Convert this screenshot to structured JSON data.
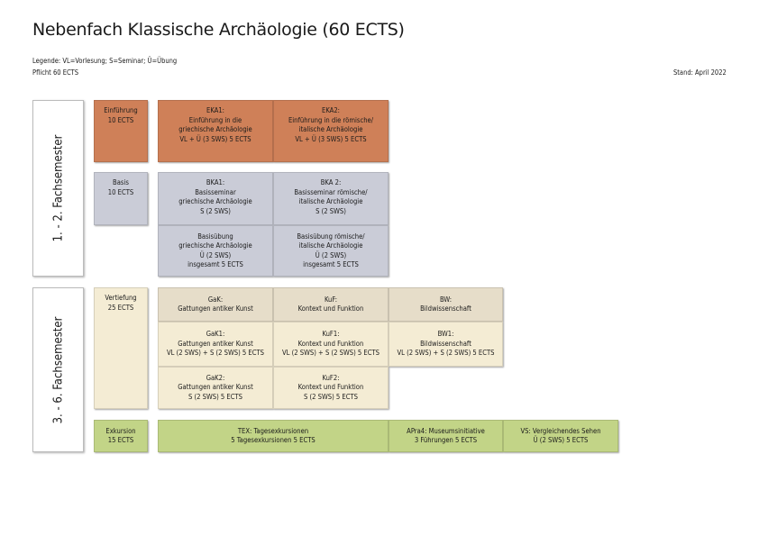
{
  "title": "Nebenfach Klassische Archäologie (60 ECTS)",
  "legend": "Legende: VL=Vorlesung; S=Seminar; Ü=Übung",
  "pflicht": "Pflicht 60 ECTS",
  "stand": "Stand: April 2022",
  "semesters": [
    "1. - 2. Fachsemester",
    "3. - 6. Fachsemester"
  ],
  "einfuehrung": {
    "label": [
      "Einführung",
      "10 ECTS"
    ],
    "eka1": [
      "EKA1:",
      "Einführung in die",
      "griechische Archäologie",
      "VL + Ü (3 SWS) 5 ECTS"
    ],
    "eka2": [
      "EKA2:",
      "Einführung in die römische/",
      "italische Archäologie",
      "VL + Ü (3 SWS) 5 ECTS"
    ]
  },
  "basis": {
    "label": [
      "Basis",
      "10 ECTS"
    ],
    "bka1": [
      "BKA1:",
      "Basisseminar",
      "griechische Archäologie",
      "S (2 SWS)"
    ],
    "bka2": [
      "BKA 2:",
      "Basisseminar römische/",
      "italische Archäologie",
      "S (2 SWS)"
    ],
    "ue1": [
      "Basisübung",
      "griechische Archäologie",
      "Ü (2 SWS)",
      "insgesamt 5 ECTS"
    ],
    "ue2": [
      "Basisübung römische/",
      "italische Archäologie",
      "Ü (2 SWS)",
      "insgesamt 5 ECTS"
    ]
  },
  "vertiefung": {
    "label": [
      "Vertiefung",
      "25 ECTS"
    ],
    "gak": [
      "GaK:",
      "Gattungen antiker Kunst"
    ],
    "kuf": [
      "KuF:",
      "Kontext und Funktion"
    ],
    "bw": [
      "BW:",
      "Bildwissenschaft"
    ],
    "gak1": [
      "GaK1:",
      "Gattungen antiker Kunst",
      "VL (2 SWS) + S (2 SWS) 5 ECTS"
    ],
    "kuf1": [
      "KuF1:",
      "Kontext und Funktion",
      "VL (2 SWS) + S (2 SWS) 5 ECTS"
    ],
    "bw1": [
      "BW1:",
      "Bildwissenschaft",
      "VL (2 SWS) + S (2 SWS) 5 ECTS"
    ],
    "gak2": [
      "GaK2:",
      "Gattungen antiker Kunst",
      "S (2 SWS) 5 ECTS"
    ],
    "kuf2": [
      "KuF2:",
      "Kontext und Funktion",
      "S (2 SWS) 5 ECTS"
    ]
  },
  "exkursion": {
    "label": [
      "Exkursion",
      "15 ECTS"
    ],
    "tex": [
      "TEX: Tagesexkursionen",
      "5 Tagesexkursionen 5 ECTS"
    ],
    "apra": [
      "APra4: Museumsinitiative",
      "3 Führungen 5 ECTS"
    ],
    "vs": [
      "VS: Vergleichendes Sehen",
      "Ü (2 SWS) 5 ECTS"
    ]
  }
}
